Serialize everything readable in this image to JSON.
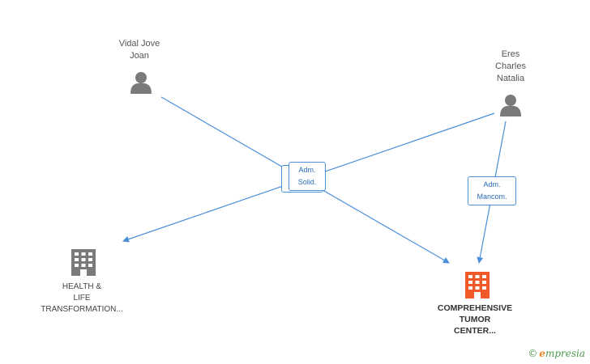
{
  "persons": [
    {
      "id": "vidal",
      "lines": [
        "Vidal Jove",
        "Joan"
      ]
    },
    {
      "id": "eres",
      "lines": [
        "Eres",
        "Charles",
        "Natalia"
      ]
    }
  ],
  "companies": [
    {
      "id": "health",
      "lines": [
        "HEALTH &",
        "LIFE",
        "TRANSFORMATION..."
      ],
      "color": "#7a7a7a"
    },
    {
      "id": "ctc",
      "lines": [
        "COMPREHENSIVE",
        "TUMOR",
        "CENTER..."
      ],
      "color": "#f05a28"
    }
  ],
  "edge_labels": [
    {
      "id": "solid",
      "lines": [
        "Adm.",
        "Solid."
      ]
    },
    {
      "id": "mancom",
      "lines": [
        "Adm.",
        "Mancom."
      ]
    }
  ],
  "brand": {
    "copyright": "©",
    "name": "mpresia",
    "initial": "e"
  },
  "colors": {
    "edge": "#4a90d9",
    "person_icon": "#7a7a7a"
  }
}
